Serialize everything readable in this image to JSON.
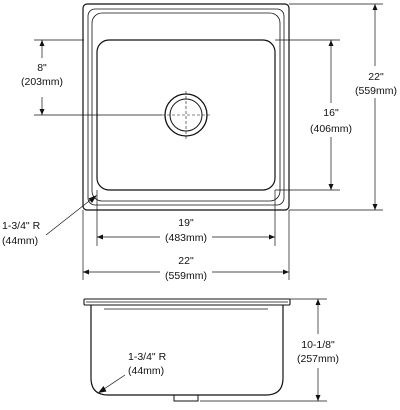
{
  "top_view": {
    "dim_front_to_drain": {
      "imperial": "8\"",
      "metric": "(203mm)"
    },
    "dim_bowl_depth": {
      "imperial": "16\"",
      "metric": "(406mm)"
    },
    "dim_overall_depth": {
      "imperial": "22\"",
      "metric": "(559mm)"
    },
    "dim_bowl_width": {
      "imperial": "19\"",
      "metric": "(483mm)"
    },
    "dim_overall_width": {
      "imperial": "22\"",
      "metric": "(559mm)"
    },
    "corner_radius": {
      "imperial": "1-3/4\" R",
      "metric": "(44mm)"
    }
  },
  "side_view": {
    "dim_height": {
      "imperial": "10-1/8\"",
      "metric": "(257mm)"
    },
    "bottom_radius": {
      "imperial": "1-3/4\" R",
      "metric": "(44mm)"
    }
  }
}
